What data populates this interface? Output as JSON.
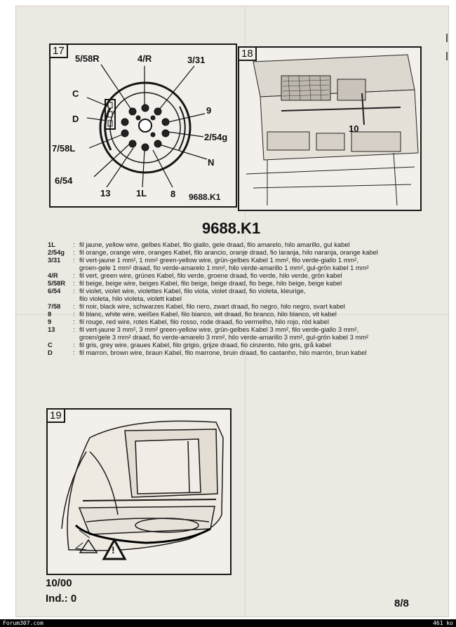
{
  "figure17": {
    "number": "17",
    "pin_labels": {
      "p558R": "5/58R",
      "p4R": "4/R",
      "p331": "3/31",
      "pC": "C",
      "pD": "D",
      "p9": "9",
      "p254g": "2/54g",
      "p758L": "7/58L",
      "pN": "N",
      "p654": "6/54",
      "p13": "13",
      "p1L": "1L",
      "p8": "8"
    },
    "ref": "9688.K1"
  },
  "figure18": {
    "number": "18",
    "callout": "10"
  },
  "title": "9688.K1",
  "legend": [
    {
      "code": "1L",
      "text": "fil jaune, yellow wire, gelbes Kabel, filo giallo, gele draad, filo amarelo, hilo amarillo, gul kabel"
    },
    {
      "code": "2/54g",
      "text": "fil orange, orange wire, oranges Kabel, filo arancio, oranje draad, fio laranja, hilo naranja, orange kabel"
    },
    {
      "code": "3/31",
      "text": "fil vert-jaune 1 mm², 1 mm² green-yellow wire, grün-gelbes Kabel 1 mm², filo verde-giallo 1 mm²,"
    },
    {
      "code": "",
      "text": "groen-gele 1 mm² draad, fio verde-amarelo 1 mm², hilo verde-amarillo 1 mm², gul-grön kabel 1 mm²"
    },
    {
      "code": "4/R",
      "text": "fil vert, green wire, grünes Kabel, filo verde, groene draad, fio verde, hilo verde, grön kabel"
    },
    {
      "code": "5/58R",
      "text": "fil beige, beige wire, beiges Kabel, filo beige, beige draad, fio bege, hilo beige, beige kabel"
    },
    {
      "code": "6/54",
      "text": "fil violet, violet wire, violettes Kabel, filo viola, violet draad, fio violeta, kleurige,"
    },
    {
      "code": "",
      "text": "filo violeta, hilo violeta, violett kabel"
    },
    {
      "code": "7/58",
      "text": "fil noir, black wire, schwarzes Kabel, filo nero, zwart draad, fio negro, hilo negro, svart kabel"
    },
    {
      "code": "8",
      "text": "fil blanc, white wire, weißes Kabel, filo bianco, wit draad, fio branco, hilo blanco, vit kabel"
    },
    {
      "code": "9",
      "text": "fil rouge, red wire, rotes Kabel, filo rosso, rode draad, fio vermelho, hilo rojo, röd kabel"
    },
    {
      "code": "13",
      "text": "fil vert-jaune 3 mm², 3 mm² green-yellow wire, grün-gelbes Kabel 3 mm², filo verde-giallo 3 mm²,"
    },
    {
      "code": "",
      "text": "groen/gele 3 mm² draad, fio verde-amarelo 3 mm², hilo verde-amarillo 3 mm², gul-grön kabel 3 mm²"
    },
    {
      "code": "C",
      "text": "fil gris, grey wire, graues Kabel, filo grigio, grijze draad, fio cinzento, hilo gris, grå kabel"
    },
    {
      "code": "D",
      "text": "fil marron, brown wire, braun Kabel, filo marrone, bruin draad, fio castanho, hilo marrón, brun kabel"
    }
  ],
  "figure19": {
    "number": "19",
    "warning": "!"
  },
  "footer": {
    "date": "10/00",
    "index": "Ind.: 0",
    "page": "8/8"
  },
  "bottombar": {
    "site": "Forum307.com",
    "size": "461 ko"
  }
}
